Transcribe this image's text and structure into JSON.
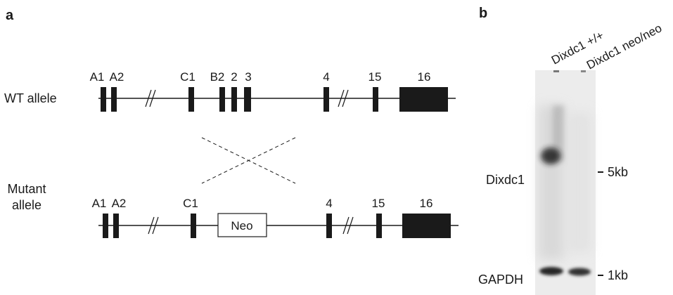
{
  "panels": {
    "a": "a",
    "b": "b"
  },
  "gene_map": {
    "wt_allele": {
      "label": "WT allele",
      "exons": [
        "A1",
        "A2",
        "C1",
        "B2",
        "2",
        "3",
        "4",
        "15",
        "16"
      ]
    },
    "mutant_allele": {
      "label_line1": "Mutant",
      "label_line2": "allele",
      "exons": [
        "A1",
        "A2",
        "C1",
        "4",
        "15",
        "16"
      ],
      "cassette": "Neo"
    }
  },
  "blot": {
    "lanes": [
      "Dixdc1 +/+",
      "Dixdc1 neo/neo"
    ],
    "bands": [
      "Dixdc1",
      "GAPDH"
    ],
    "size_markers": [
      "5kb",
      "1kb"
    ]
  },
  "colors": {
    "ink": "#1a1a1a",
    "exon": "#1a1a1a",
    "blot_background": "#eeeeee",
    "band": "#2a2a2a"
  }
}
